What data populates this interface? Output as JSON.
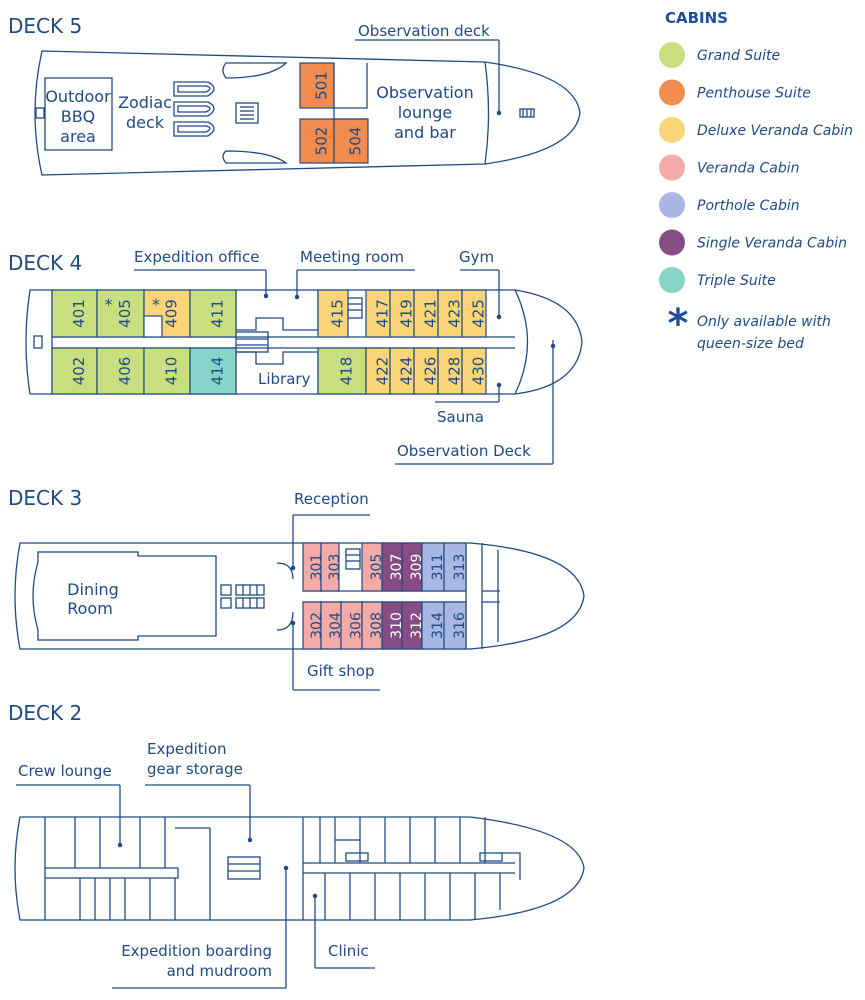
{
  "colors": {
    "line": "#1f4a84",
    "grand_suite": "#c9df7f",
    "penthouse_suite": "#f28c4e",
    "deluxe_veranda": "#fbd477",
    "veranda": "#f4aaa6",
    "porthole": "#a9b7e5",
    "single_veranda": "#864d85",
    "triple_suite": "#86d3c8",
    "star": "#1d4e9b"
  },
  "legend": {
    "title": "CABINS",
    "items": [
      {
        "key": "grand_suite",
        "label": "Grand Suite"
      },
      {
        "key": "penthouse_suite",
        "label": "Penthouse Suite"
      },
      {
        "key": "deluxe_veranda",
        "label": "Deluxe Veranda Cabin"
      },
      {
        "key": "veranda",
        "label": "Veranda Cabin"
      },
      {
        "key": "porthole",
        "label": "Porthole Cabin"
      },
      {
        "key": "single_veranda",
        "label": "Single Veranda Cabin"
      },
      {
        "key": "triple_suite",
        "label": "Triple Suite"
      }
    ],
    "note_symbol": "*",
    "note_line1": "Only available with",
    "note_line2": "queen-size bed"
  },
  "deck5": {
    "title": "DECK 5",
    "bbq_line1": "Outdoor",
    "bbq_line2": "BBQ",
    "bbq_line3": "area",
    "zodiac_line1": "Zodiac",
    "zodiac_line2": "deck",
    "lounge_line1": "Observation",
    "lounge_line2": "lounge",
    "lounge_line3": "and bar",
    "obs_deck_label": "Observation deck",
    "cabins": [
      {
        "id": "501",
        "type": "penthouse_suite"
      },
      {
        "id": "502",
        "type": "penthouse_suite"
      },
      {
        "id": "504",
        "type": "penthouse_suite"
      }
    ]
  },
  "deck4": {
    "title": "DECK 4",
    "expedition_office": "Expedition office",
    "meeting_room": "Meeting room",
    "gym": "Gym",
    "library": "Library",
    "sauna": "Sauna",
    "observation_deck": "Observation Deck",
    "star": "*",
    "cabins": [
      {
        "id": "401",
        "type": "grand_suite"
      },
      {
        "id": "405",
        "type": "grand_suite",
        "star": true
      },
      {
        "id": "409",
        "type": "deluxe_veranda",
        "star": true
      },
      {
        "id": "411",
        "type": "grand_suite"
      },
      {
        "id": "415",
        "type": "deluxe_veranda"
      },
      {
        "id": "417",
        "type": "deluxe_veranda"
      },
      {
        "id": "419",
        "type": "deluxe_veranda"
      },
      {
        "id": "421",
        "type": "deluxe_veranda"
      },
      {
        "id": "423",
        "type": "deluxe_veranda"
      },
      {
        "id": "425",
        "type": "deluxe_veranda"
      },
      {
        "id": "402",
        "type": "grand_suite"
      },
      {
        "id": "406",
        "type": "grand_suite"
      },
      {
        "id": "410",
        "type": "grand_suite"
      },
      {
        "id": "414",
        "type": "triple_suite"
      },
      {
        "id": "418",
        "type": "grand_suite"
      },
      {
        "id": "422",
        "type": "deluxe_veranda"
      },
      {
        "id": "424",
        "type": "deluxe_veranda"
      },
      {
        "id": "426",
        "type": "deluxe_veranda"
      },
      {
        "id": "428",
        "type": "deluxe_veranda"
      },
      {
        "id": "430",
        "type": "deluxe_veranda"
      }
    ]
  },
  "deck3": {
    "title": "DECK 3",
    "dining_line1": "Dining",
    "dining_line2": "Room",
    "reception": "Reception",
    "gift_shop": "Gift shop",
    "cabins": [
      {
        "id": "301",
        "type": "veranda"
      },
      {
        "id": "303",
        "type": "veranda"
      },
      {
        "id": "305",
        "type": "veranda"
      },
      {
        "id": "307",
        "type": "single_veranda"
      },
      {
        "id": "309",
        "type": "single_veranda"
      },
      {
        "id": "311",
        "type": "porthole"
      },
      {
        "id": "313",
        "type": "porthole"
      },
      {
        "id": "302",
        "type": "veranda"
      },
      {
        "id": "304",
        "type": "veranda"
      },
      {
        "id": "306",
        "type": "veranda"
      },
      {
        "id": "308",
        "type": "veranda"
      },
      {
        "id": "310",
        "type": "single_veranda"
      },
      {
        "id": "312",
        "type": "single_veranda"
      },
      {
        "id": "314",
        "type": "porthole"
      },
      {
        "id": "316",
        "type": "porthole"
      }
    ]
  },
  "deck2": {
    "title": "DECK 2",
    "crew_lounge": "Crew lounge",
    "gear_line1": "Expedition",
    "gear_line2": "gear storage",
    "boarding_line1": "Expedition boarding",
    "boarding_line2": "and mudroom",
    "clinic": "Clinic"
  }
}
